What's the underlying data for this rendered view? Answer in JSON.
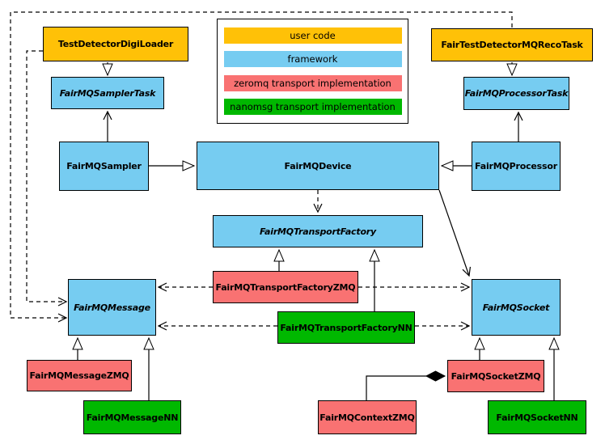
{
  "colors": {
    "user": "#FFC107",
    "framework": "#76CCF1",
    "zeromq": "#F97272",
    "nanomsg": "#00B800",
    "line": "#000000",
    "background": "#FFFFFF"
  },
  "legend": {
    "items": [
      {
        "label": "user code",
        "layer": "user",
        "color": "#FFC107"
      },
      {
        "label": "framework",
        "layer": "framework",
        "color": "#76CCF1"
      },
      {
        "label": "zeromq transport implementation",
        "layer": "zeromq",
        "color": "#F97272"
      },
      {
        "label": "nanomsg transport implementation",
        "layer": "nanomsg",
        "color": "#00B800"
      }
    ]
  },
  "nodes": {
    "test_detector_digi_loader": {
      "label": "TestDetectorDigiLoader",
      "layer": "user",
      "abstract": false
    },
    "fairmq_sampler_task": {
      "label": "FairMQSamplerTask",
      "layer": "framework",
      "abstract": true
    },
    "fair_test_detector_mq_reco_task": {
      "label": "FairTestDetectorMQRecoTask",
      "layer": "user",
      "abstract": false
    },
    "fairmq_processor_task": {
      "label": "FairMQProcessorTask",
      "layer": "framework",
      "abstract": true
    },
    "fairmq_sampler": {
      "label": "FairMQSampler",
      "layer": "framework",
      "abstract": false
    },
    "fairmq_device": {
      "label": "FairMQDevice",
      "layer": "framework",
      "abstract": false
    },
    "fairmq_processor": {
      "label": "FairMQProcessor",
      "layer": "framework",
      "abstract": false
    },
    "fairmq_transport_factory": {
      "label": "FairMQTransportFactory",
      "layer": "framework",
      "abstract": true
    },
    "fairmq_transport_factory_zmq": {
      "label": "FairMQTransportFactoryZMQ",
      "layer": "zeromq",
      "abstract": false
    },
    "fairmq_transport_factory_nn": {
      "label": "FairMQTransportFactoryNN",
      "layer": "nanomsg",
      "abstract": false
    },
    "fairmq_message": {
      "label": "FairMQMessage",
      "layer": "framework",
      "abstract": true
    },
    "fairmq_socket": {
      "label": "FairMQSocket",
      "layer": "framework",
      "abstract": true
    },
    "fairmq_message_zmq": {
      "label": "FairMQMessageZMQ",
      "layer": "zeromq",
      "abstract": false
    },
    "fairmq_message_nn": {
      "label": "FairMQMessageNN",
      "layer": "nanomsg",
      "abstract": false
    },
    "fairmq_socket_zmq": {
      "label": "FairMQSocketZMQ",
      "layer": "zeromq",
      "abstract": false
    },
    "fairmq_socket_nn": {
      "label": "FairMQSocketNN",
      "layer": "nanomsg",
      "abstract": false
    },
    "fairmq_context_zmq": {
      "label": "FairMQContextZMQ",
      "layer": "zeromq",
      "abstract": false
    }
  },
  "edges": [
    {
      "from": "TestDetectorDigiLoader",
      "to": "FairMQSamplerTask",
      "type": "inheritance",
      "style": "solid"
    },
    {
      "from": "FairTestDetectorMQRecoTask",
      "to": "FairMQProcessorTask",
      "type": "inheritance",
      "style": "solid"
    },
    {
      "from": "FairMQSampler",
      "to": "FairMQSamplerTask",
      "type": "association",
      "style": "solid"
    },
    {
      "from": "FairMQProcessor",
      "to": "FairMQProcessorTask",
      "type": "association",
      "style": "solid"
    },
    {
      "from": "FairMQSampler",
      "to": "FairMQDevice",
      "type": "inheritance",
      "style": "solid"
    },
    {
      "from": "FairMQProcessor",
      "to": "FairMQDevice",
      "type": "inheritance",
      "style": "solid"
    },
    {
      "from": "FairMQDevice",
      "to": "FairMQTransportFactory",
      "type": "dependency",
      "style": "dashed"
    },
    {
      "from": "FairMQDevice",
      "to": "FairMQSocket",
      "type": "association",
      "style": "solid"
    },
    {
      "from": "FairMQTransportFactoryZMQ",
      "to": "FairMQTransportFactory",
      "type": "inheritance",
      "style": "solid"
    },
    {
      "from": "FairMQTransportFactoryNN",
      "to": "FairMQTransportFactory",
      "type": "inheritance",
      "style": "solid"
    },
    {
      "from": "FairMQTransportFactoryZMQ",
      "to": "FairMQMessage",
      "type": "dependency",
      "style": "dashed"
    },
    {
      "from": "FairMQTransportFactoryZMQ",
      "to": "FairMQSocket",
      "type": "dependency",
      "style": "dashed"
    },
    {
      "from": "FairMQTransportFactoryNN",
      "to": "FairMQMessage",
      "type": "dependency",
      "style": "dashed"
    },
    {
      "from": "FairMQTransportFactoryNN",
      "to": "FairMQSocket",
      "type": "dependency",
      "style": "dashed"
    },
    {
      "from": "TestDetectorDigiLoader",
      "to": "FairMQMessage",
      "type": "dependency",
      "style": "dashed"
    },
    {
      "from": "FairTestDetectorMQRecoTask",
      "to": "FairMQMessage",
      "type": "dependency",
      "style": "dashed"
    },
    {
      "from": "FairMQMessageZMQ",
      "to": "FairMQMessage",
      "type": "inheritance",
      "style": "solid"
    },
    {
      "from": "FairMQMessageNN",
      "to": "FairMQMessage",
      "type": "inheritance",
      "style": "solid"
    },
    {
      "from": "FairMQSocketZMQ",
      "to": "FairMQSocket",
      "type": "inheritance",
      "style": "solid"
    },
    {
      "from": "FairMQSocketNN",
      "to": "FairMQSocket",
      "type": "inheritance",
      "style": "solid"
    },
    {
      "from": "FairMQContextZMQ",
      "to": "FairMQSocketZMQ",
      "type": "composition",
      "style": "solid"
    }
  ]
}
